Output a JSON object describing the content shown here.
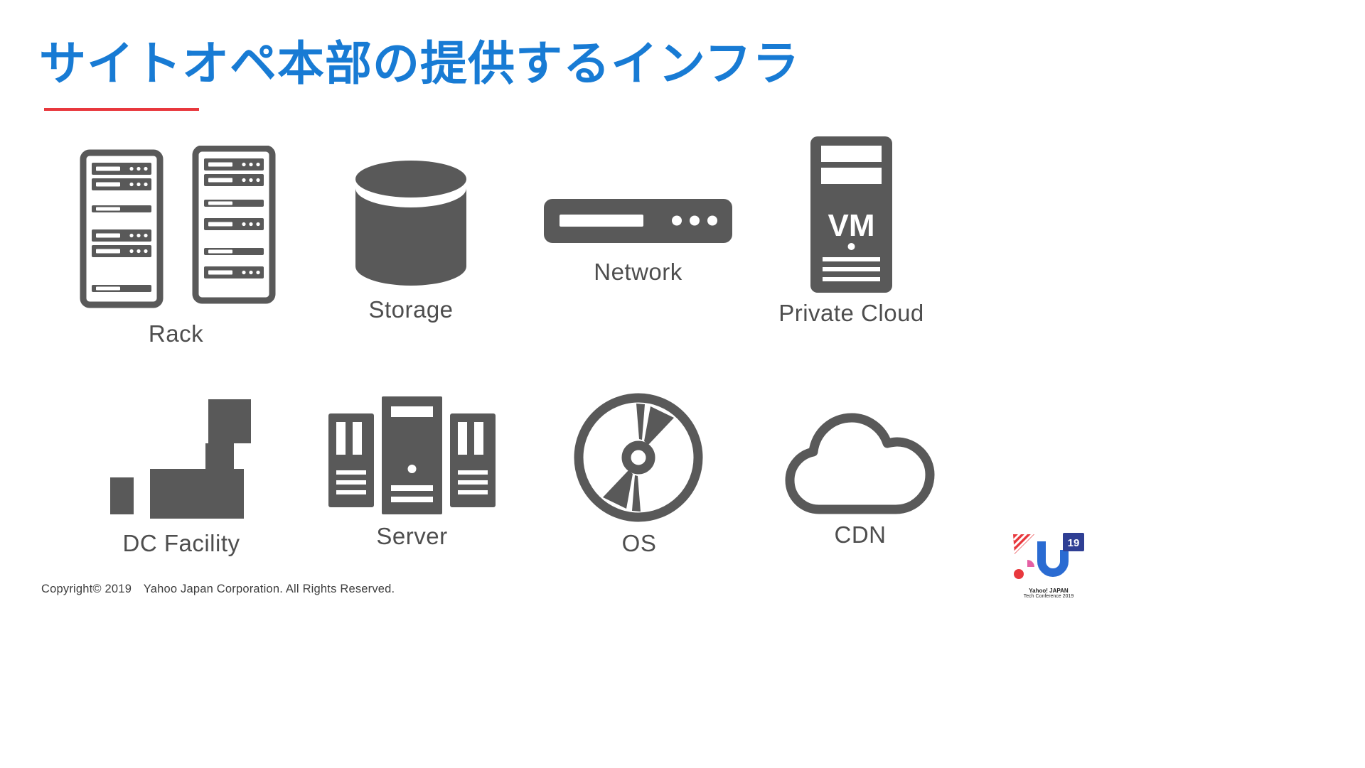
{
  "slide": {
    "title": "サイトオペ本部の提供するインフラ",
    "copyright": "Copyright© 2019　Yahoo Japan Corporation. All Rights Reserved.",
    "accent_blue": "#187bd4",
    "accent_red": "#e8383d",
    "icon_gray": "#595959"
  },
  "items": [
    {
      "label": "Rack",
      "icon": "server-rack-icon"
    },
    {
      "label": "Storage",
      "icon": "storage-cylinder-icon"
    },
    {
      "label": "Network",
      "icon": "network-switch-icon"
    },
    {
      "label": "Private Cloud",
      "icon": "private-cloud-vm-icon",
      "vm_text": "VM"
    },
    {
      "label": "DC Facility",
      "icon": "dc-facility-icon"
    },
    {
      "label": "Server",
      "icon": "server-tower-icon"
    },
    {
      "label": "OS",
      "icon": "os-disc-icon"
    },
    {
      "label": "CDN",
      "icon": "cdn-cloud-icon"
    }
  ],
  "logo": {
    "badge": "19",
    "line1": "Yahoo! JAPAN",
    "line2": "Tech Conference 2019"
  }
}
